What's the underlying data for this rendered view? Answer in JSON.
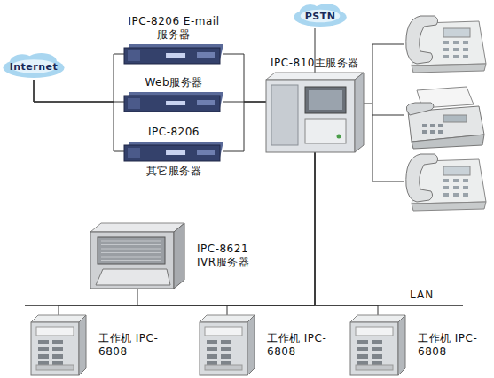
{
  "diagram": {
    "nodes": [
      {
        "text": [
          "PSTN"
        ]
      },
      {
        "text": [
          "IPC-8206 E-mail服务器"
        ]
      },
      {
        "text": [
          "Internet"
        ]
      },
      {
        "text": [
          "Web服务器"
        ]
      },
      {
        "text": [
          "IPC-810主服务器"
        ]
      },
      {
        "text": [
          "IPC-8206",
          "其它服务器"
        ]
      },
      {
        "text": [
          "IPC-8621 IVR服务器"
        ]
      },
      {
        "text": [
          "工作机 IPC-6808"
        ]
      },
      {
        "text": [
          "工作机 IPC-6808"
        ]
      },
      {
        "text": [
          "工作机 IPC-6808"
        ]
      }
    ],
    "edges": [
      {
        "from": 0,
        "to": 4,
        "arrow": "none"
      },
      {
        "from": 2,
        "to": 1,
        "arrow": "none"
      },
      {
        "from": 2,
        "to": 3,
        "arrow": "none"
      },
      {
        "from": 2,
        "to": 5,
        "arrow": "none"
      },
      {
        "from": 1,
        "to": 4,
        "arrow": "none"
      },
      {
        "from": 3,
        "to": 4,
        "arrow": "none"
      },
      {
        "from": 5,
        "to": 4,
        "arrow": "none"
      },
      {
        "from": 4,
        "to": 6,
        "arrow": "none"
      },
      {
        "from": 4,
        "to": 7,
        "arrow": "none"
      },
      {
        "from": 4,
        "to": 8,
        "arrow": "none"
      },
      {
        "from": 4,
        "to": 9,
        "arrow": "none"
      }
    ],
    "labels": [
      "LAN"
    ]
  }
}
